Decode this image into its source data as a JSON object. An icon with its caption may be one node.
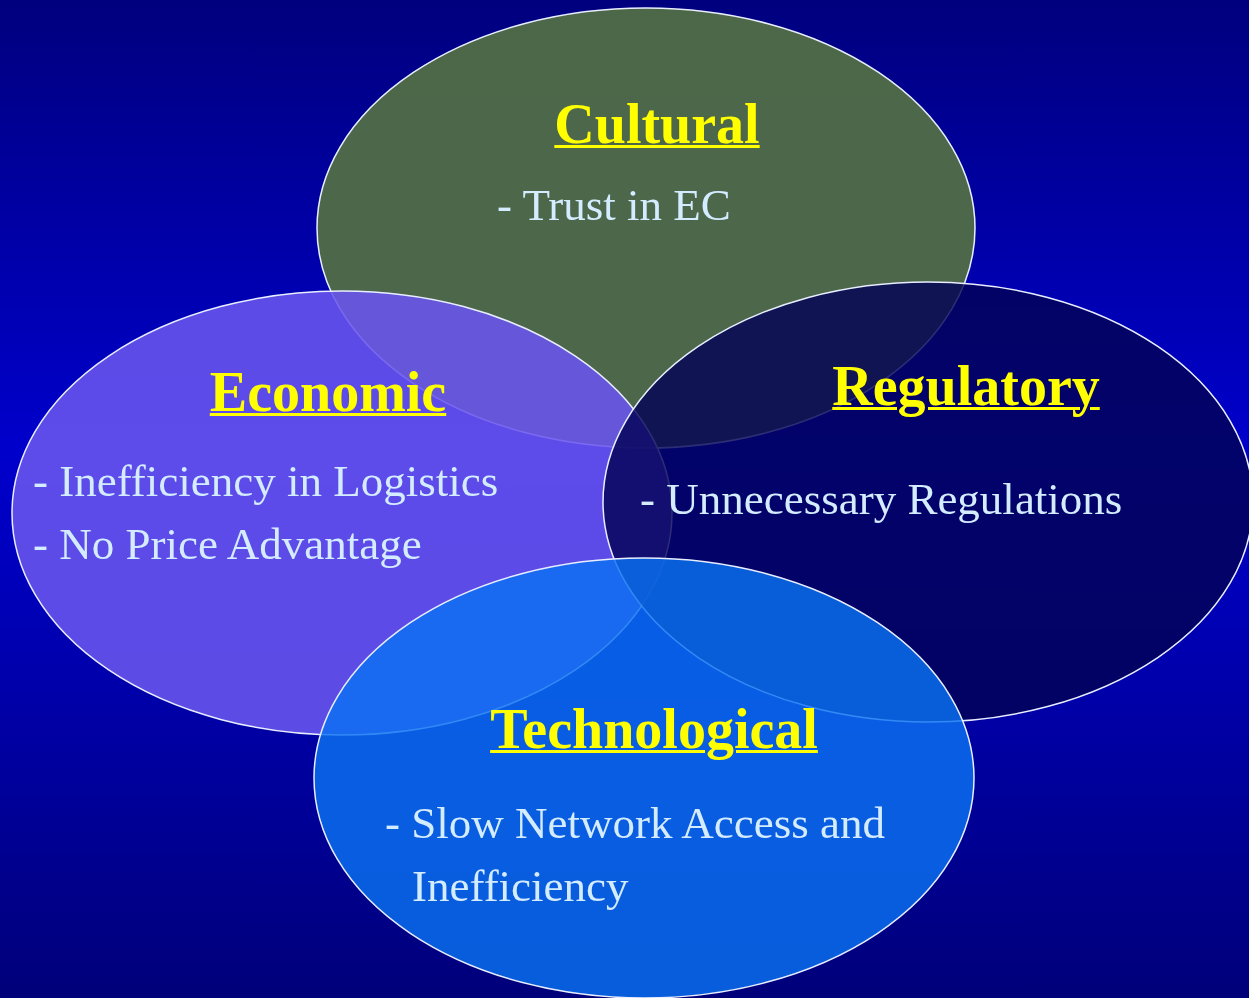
{
  "diagram": {
    "nodes": [
      {
        "text": [
          "Cultural",
          "- Trust in EC"
        ]
      },
      {
        "text": [
          "Economic",
          "- Inefficiency in Logistics",
          "- No Price Advantage"
        ]
      },
      {
        "text": [
          "Regulatory",
          "- Unnecessary Regulations"
        ]
      },
      {
        "text": [
          "Technological",
          "- Slow Network Access and Inefficiency"
        ]
      }
    ]
  }
}
